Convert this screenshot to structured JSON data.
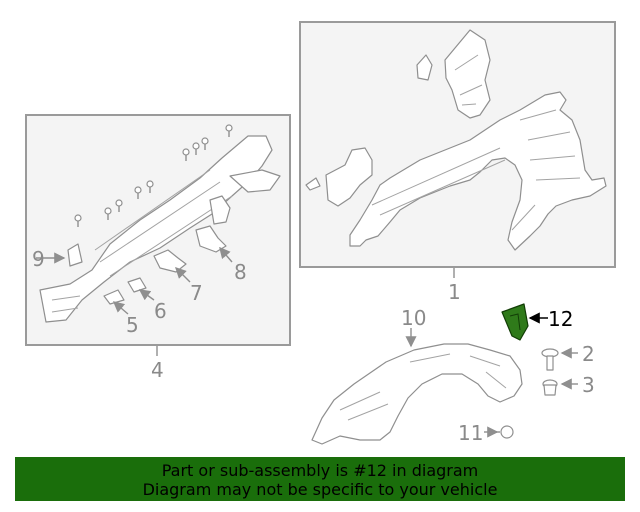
{
  "callouts": {
    "c1": "1",
    "c2": "2",
    "c3": "3",
    "c4": "4",
    "c5": "5",
    "c6": "6",
    "c7": "7",
    "c8": "8",
    "c9": "9",
    "c10": "10",
    "c11": "11",
    "c12": "12"
  },
  "highlight": {
    "part": "12",
    "color": "#2f7a1a"
  },
  "banner": {
    "line1": "Part or sub-assembly is #12 in diagram",
    "line2": "Diagram may not be specific to your vehicle",
    "background": "#1a6e0b"
  }
}
